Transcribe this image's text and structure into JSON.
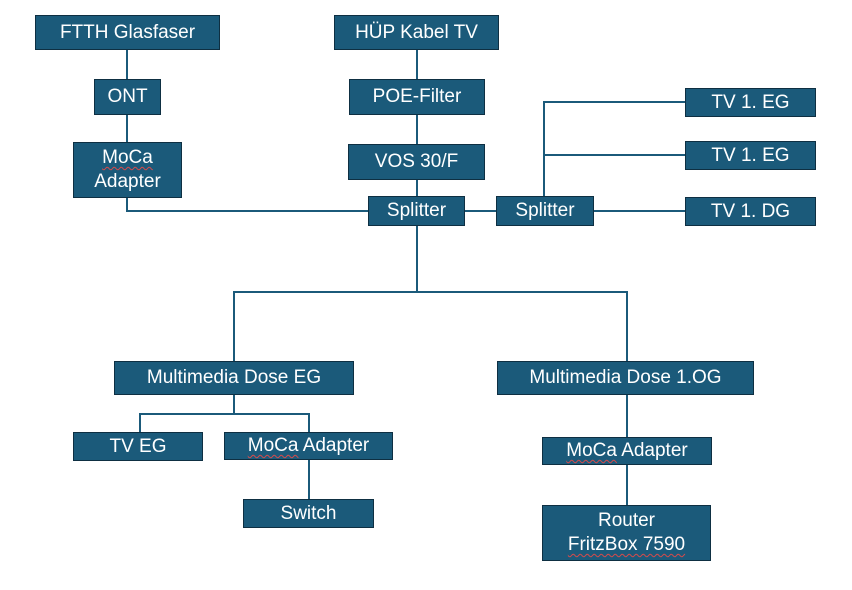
{
  "nodes": {
    "ftth": "FTTH Glasfaser",
    "ont": "ONT",
    "moca_top_1": "MoCa",
    "moca_top_2": "Adapter",
    "huep": "HÜP Kabel TV",
    "poe": "POE-Filter",
    "vos": "VOS 30/F",
    "splitter_main": "Splitter",
    "splitter_right": "Splitter",
    "tv_eg_a": "TV 1. EG",
    "tv_eg_b": "TV 1. EG",
    "tv_dg": "TV 1. DG",
    "dose_eg": "Multimedia Dose EG",
    "dose_og": "Multimedia Dose 1.OG",
    "tv_eg": "TV EG",
    "moca_eg_word": "MoCa",
    "moca_eg_rest": "Adapter",
    "switch": "Switch",
    "moca_og_word": "MoCa",
    "moca_og_rest": "Adapter",
    "router_1": "Router",
    "router_2": "FritzBox 7590"
  },
  "colors": {
    "box_fill": "#1b5a7a",
    "box_border": "#0e2f42",
    "line": "#1b5a7a",
    "text": "#ffffff"
  }
}
